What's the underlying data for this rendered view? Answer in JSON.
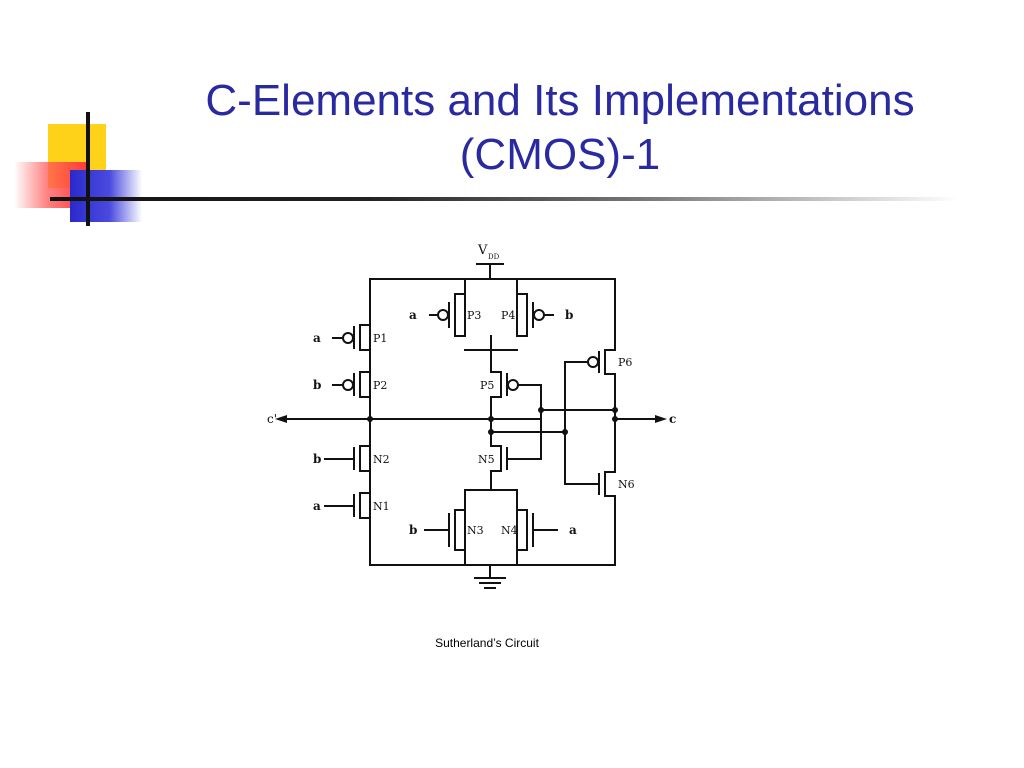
{
  "slide": {
    "title_line1": "C-Elements and Its Implementations",
    "title_line2": "(CMOS)-1",
    "caption": "Sutherland’s Circuit"
  },
  "diagram": {
    "supply_label": "V",
    "supply_subscript": "DD",
    "transistors": {
      "p1": "P1",
      "p2": "P2",
      "p3": "P3",
      "p4": "P4",
      "p5": "P5",
      "p6": "P6",
      "n1": "N1",
      "n2": "N2",
      "n3": "N3",
      "n4": "N4",
      "n5": "N5",
      "n6": "N6"
    },
    "inputs": {
      "p1_gate": "a",
      "p2_gate": "b",
      "p3_gate": "a",
      "p4_gate": "b",
      "n2_gate": "b",
      "n1_gate": "a",
      "n3_gate": "b",
      "n4_gate": "a"
    },
    "output_left": "c'",
    "output_right": "c"
  },
  "colors": {
    "title": "#2A2AA0",
    "ornament_yellow": "#FFD21A",
    "ornament_red": "#FF3B3B",
    "ornament_blue": "#2A2ACC"
  }
}
